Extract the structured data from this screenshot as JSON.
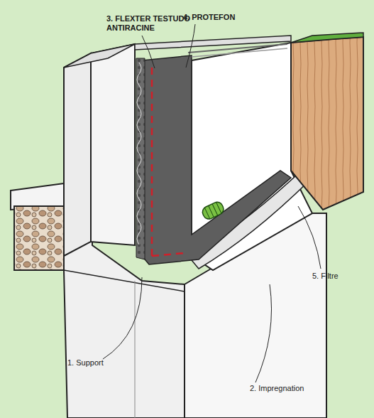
{
  "diagram": {
    "labels": [
      "3. FLEXTER TESTUDO ANTIRACINE",
      "4. PROTEFON",
      "5. Filtre",
      "1. Support",
      "2. Impregnation"
    ]
  }
}
